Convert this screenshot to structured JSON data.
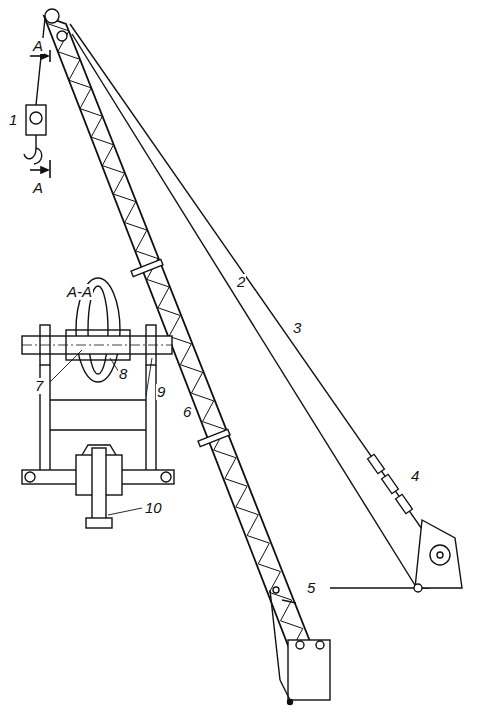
{
  "diagram": {
    "labels": [
      "A",
      "A",
      "1",
      "A-A",
      "7",
      "8",
      "9",
      "10",
      "2",
      "3",
      "6",
      "4",
      "5"
    ]
  }
}
